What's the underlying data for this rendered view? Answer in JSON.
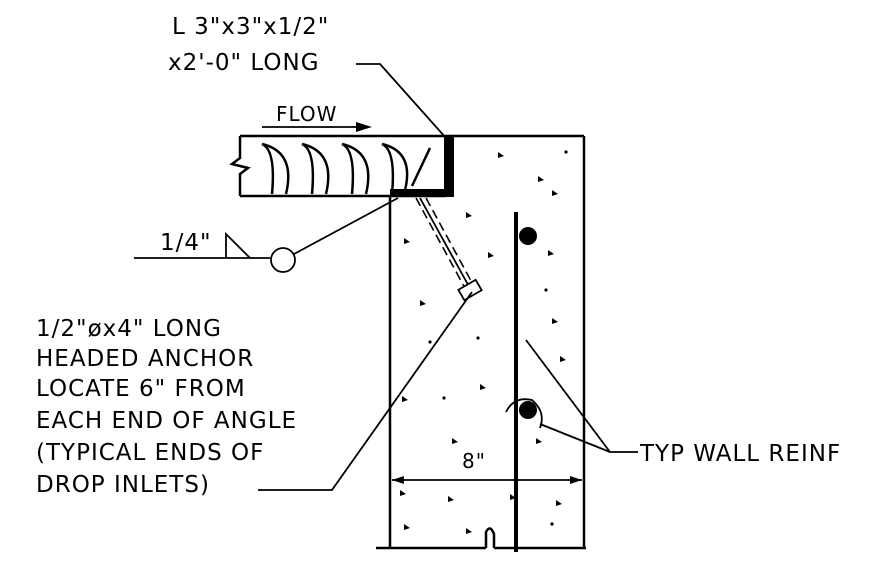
{
  "labels": {
    "angle_line1": "L 3\"x3\"x1/2\"",
    "angle_line2": "x2'-0\" LONG",
    "flow": "FLOW",
    "weld": "1/4\"",
    "anchor_line1": "1/2\"øx4\" LONG",
    "anchor_line2": "HEADED ANCHOR",
    "anchor_line3": "LOCATE 6\" FROM",
    "anchor_line4": "EACH END OF ANGLE",
    "anchor_line5": "(TYPICAL ENDS OF",
    "anchor_line6": "DROP INLETS)",
    "wall_reinf": "TYP WALL REINF",
    "wall_thickness": "8\""
  }
}
